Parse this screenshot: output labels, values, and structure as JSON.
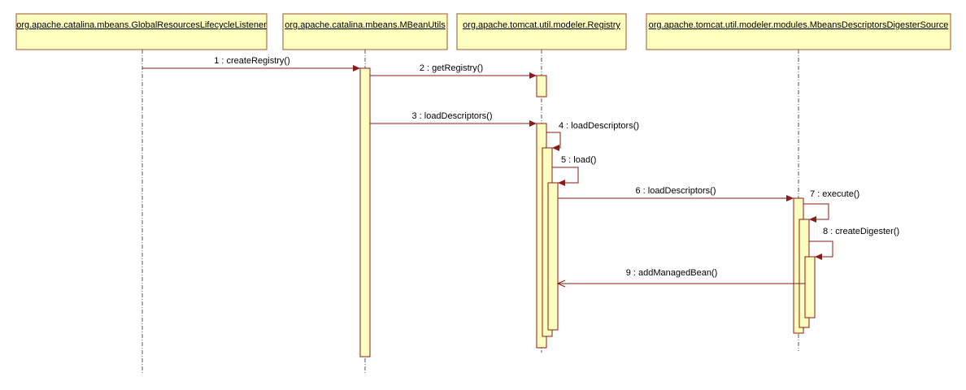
{
  "diagram": {
    "type": "uml-sequence",
    "lifelines": [
      {
        "id": "l1",
        "name": "org.apache.catalina.mbeans.GlobalResourcesLifecycleListener"
      },
      {
        "id": "l2",
        "name": "org.apache.catalina.mbeans.MBeanUtils"
      },
      {
        "id": "l3",
        "name": "org.apache.tomcat.util.modeler.Registry"
      },
      {
        "id": "l4",
        "name": "org.apache.tomcat.util.modeler.modules.MbeansDescriptorsDigesterSource"
      }
    ],
    "messages": [
      {
        "seq": 1,
        "label": "1 : createRegistry()",
        "from": "l1",
        "to": "l2",
        "kind": "call"
      },
      {
        "seq": 2,
        "label": "2 : getRegistry()",
        "from": "l2",
        "to": "l3",
        "kind": "call"
      },
      {
        "seq": 3,
        "label": "3 : loadDescriptors()",
        "from": "l2",
        "to": "l3",
        "kind": "call"
      },
      {
        "seq": 4,
        "label": "4 : loadDescriptors()",
        "from": "l3",
        "to": "l3",
        "kind": "self"
      },
      {
        "seq": 5,
        "label": "5 : load()",
        "from": "l3",
        "to": "l3",
        "kind": "self"
      },
      {
        "seq": 6,
        "label": "6 : loadDescriptors()",
        "from": "l3",
        "to": "l4",
        "kind": "call"
      },
      {
        "seq": 7,
        "label": "7 : execute()",
        "from": "l4",
        "to": "l4",
        "kind": "self"
      },
      {
        "seq": 8,
        "label": "8 : createDigester()",
        "from": "l4",
        "to": "l4",
        "kind": "self"
      },
      {
        "seq": 9,
        "label": "9 : addManagedBean()",
        "from": "l4",
        "to": "l3",
        "kind": "async"
      }
    ]
  },
  "colors": {
    "head_fill": "#ffffc0",
    "head_border": "#a0522d",
    "activation_fill": "#ffffc0",
    "message_line": "#8b1a1a",
    "lifeline": "#555555"
  }
}
